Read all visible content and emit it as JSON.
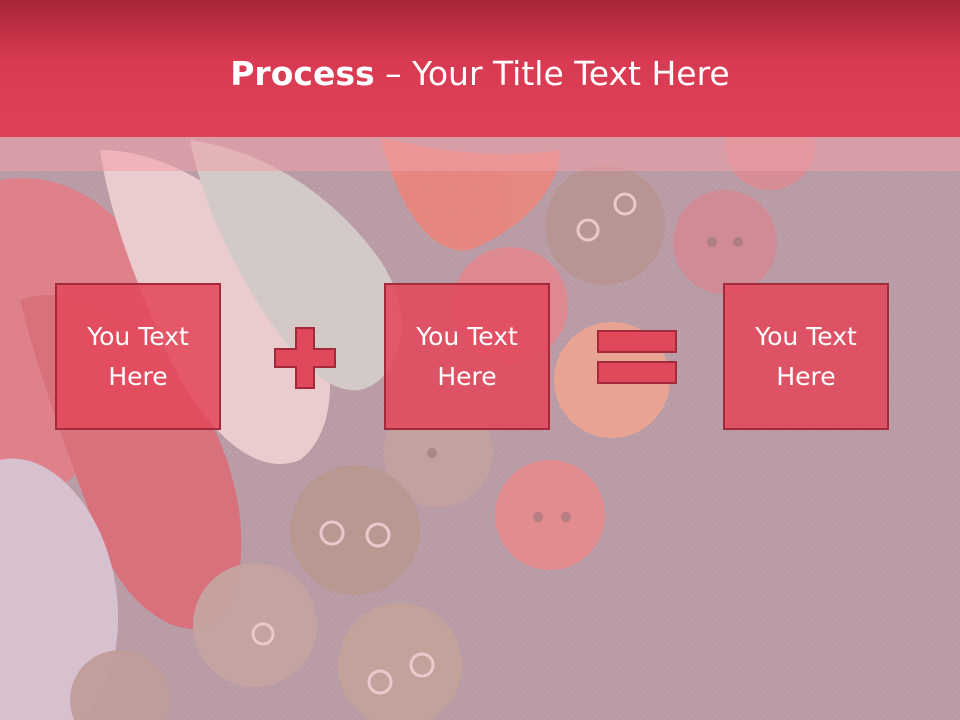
{
  "slide": {
    "title_bold": "Process",
    "title_dash": " – ",
    "title_rest": "Your Title Text Here",
    "boxes": [
      "You Text Here",
      "You Text Here",
      "You Text Here"
    ],
    "operators": [
      "plus-icon",
      "equals-icon"
    ],
    "background_image": "sewing-threads-and-buttons-photo",
    "colors": {
      "accent": "#de4258",
      "accent_dark": "#a82538",
      "box_fill": "#e2485c",
      "box_border": "#a22a3b"
    }
  }
}
